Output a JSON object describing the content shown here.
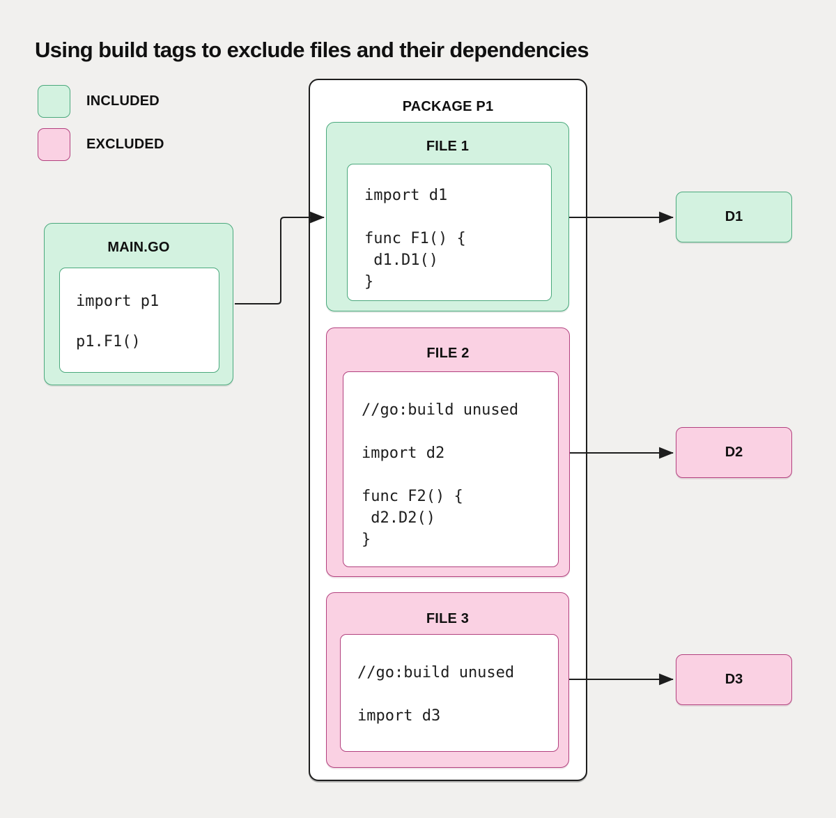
{
  "title": "Using build tags to exclude files and their dependencies",
  "legend": {
    "included_label": "INCLUDED",
    "excluded_label": "EXCLUDED"
  },
  "main_go": {
    "label": "MAIN.GO",
    "status": "included",
    "code": "import p1\n\np1.F1()"
  },
  "package": {
    "label": "PACKAGE P1",
    "files": [
      {
        "label": "FILE 1",
        "status": "included",
        "code": "import d1\n\nfunc F1() {\n d1.D1()\n}"
      },
      {
        "label": "FILE 2",
        "status": "excluded",
        "code": "//go:build unused\n\nimport d2\n\nfunc F2() {\n d2.D2()\n}"
      },
      {
        "label": "FILE 3",
        "status": "excluded",
        "code": "//go:build unused\n\nimport d3"
      }
    ]
  },
  "dependencies": [
    {
      "label": "D1",
      "status": "included"
    },
    {
      "label": "D2",
      "status": "excluded"
    },
    {
      "label": "D3",
      "status": "excluded"
    }
  ],
  "arrows": [
    {
      "name": "main-go-to-file1"
    },
    {
      "name": "file1-to-d1"
    },
    {
      "name": "file2-to-d2"
    },
    {
      "name": "file3-to-d3"
    }
  ],
  "colors": {
    "background": "#f1f0ee",
    "included_fill": "#d3f2e0",
    "included_border": "#4aa87c",
    "excluded_fill": "#fad1e3",
    "excluded_border": "#b2407e",
    "line": "#1d1d1d"
  }
}
